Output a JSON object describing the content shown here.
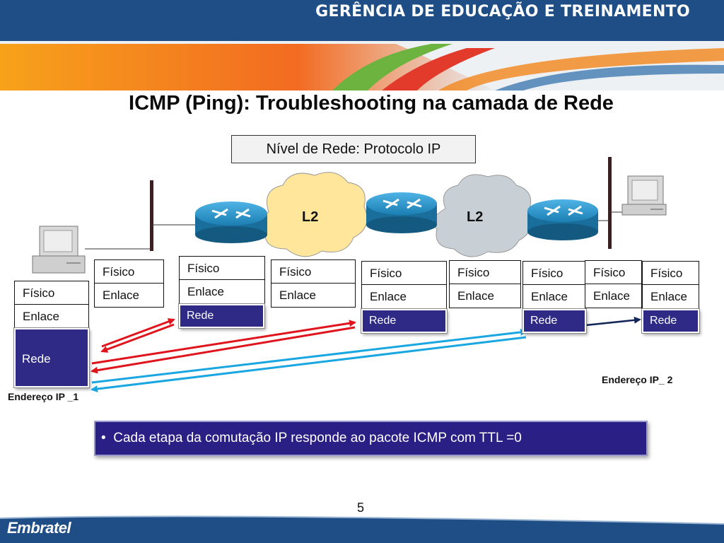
{
  "header": {
    "title": "GERÊNCIA DE EDUCAÇÃO E TREINAMENTO"
  },
  "slide": {
    "title": "ICMP (Ping): Troubleshooting na camada de Rede",
    "network_level_label": "Nível de Rede:  Protocolo IP",
    "clouds": [
      "L2",
      "L2"
    ],
    "layers": {
      "fisico": "Físico",
      "enlace": "Enlace",
      "rede": "Rede"
    },
    "ip_1": "Endereço IP _1",
    "ip_2": "Endereço IP_ 2",
    "bullet": "Cada etapa da comutação IP responde ao pacote ICMP com TTL =0",
    "page_number": "5"
  },
  "footer": {
    "logo": "Embratel"
  },
  "colors": {
    "header": "#1f4e86",
    "rede": "#2e2a86",
    "red_arrow": "#e0141c",
    "blue_arrow": "#1aa6e0",
    "router": "#1c7fb3"
  }
}
